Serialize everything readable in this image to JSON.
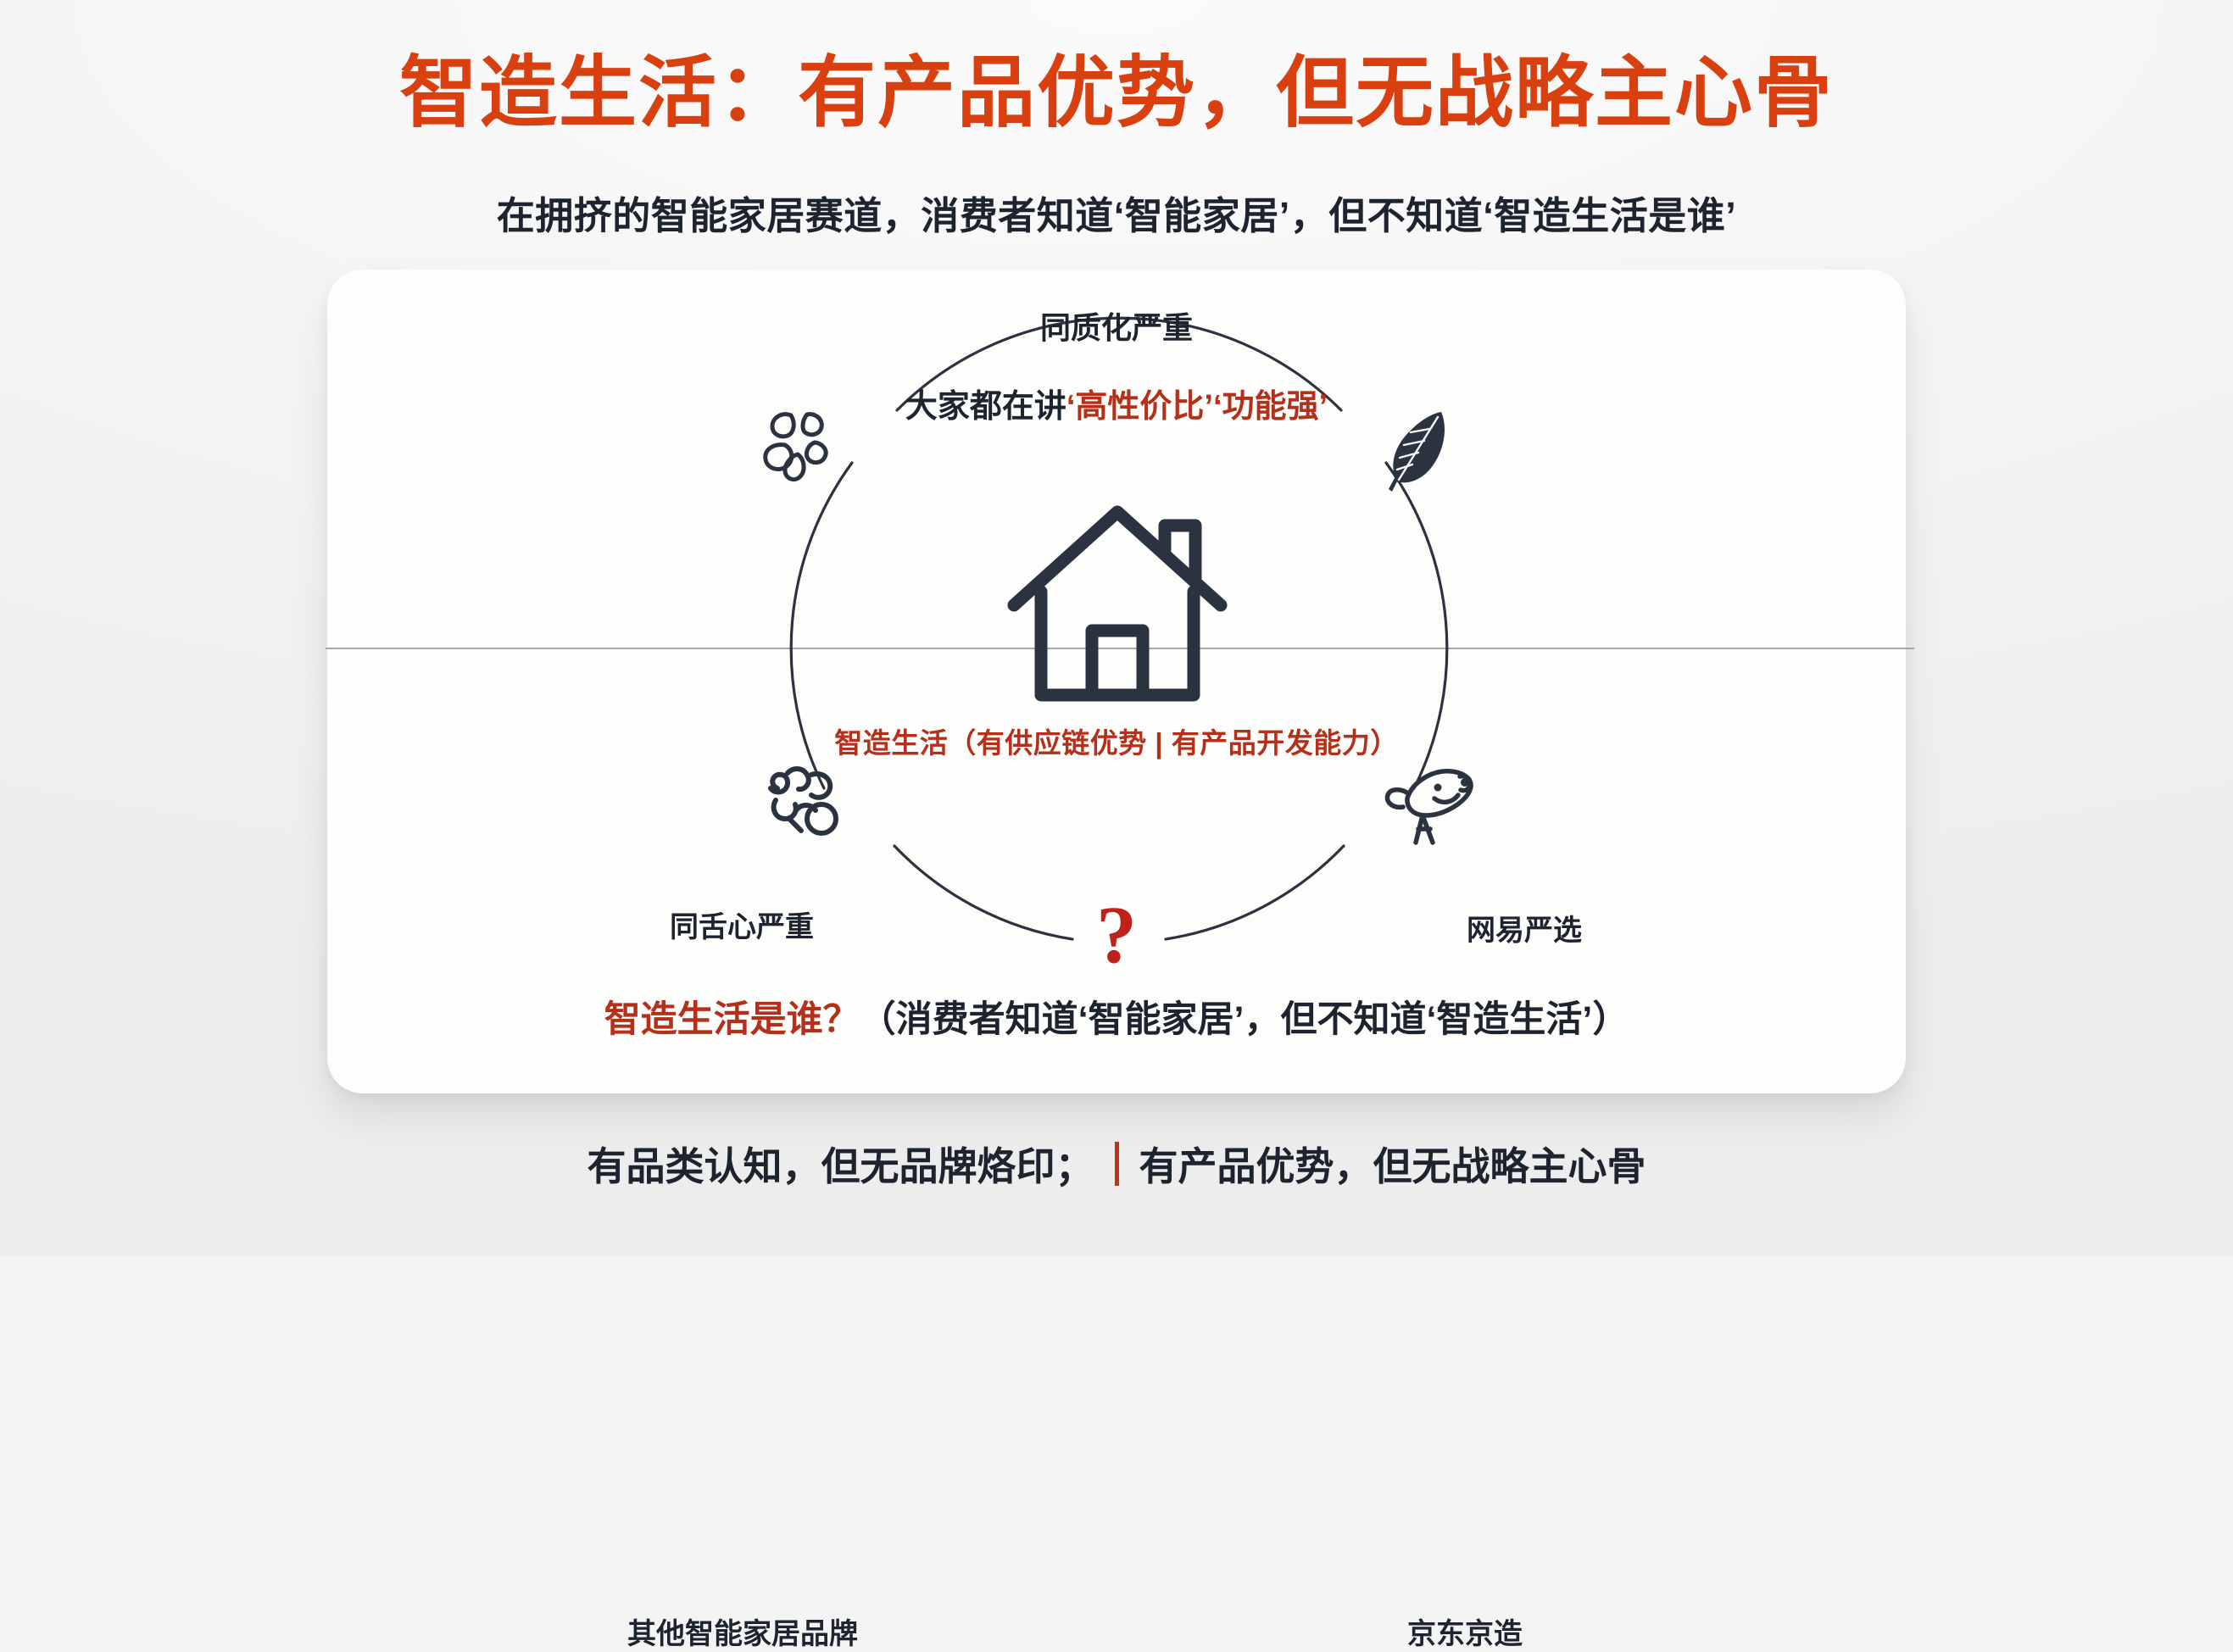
{
  "header": {
    "title": "智造生活：有产品优势，但无战略主心骨",
    "subtitle": "在拥挤的智能家居赛道，消费者知道‘智能家居’，但不知道‘智造生活是谁’"
  },
  "diagram": {
    "arc_top_label": "同质化严重",
    "arc_top_sub_prefix": "大家都在讲",
    "arc_top_sub_highlight_1": "‘高性价比’",
    "arc_top_sub_highlight_2": "‘功能强’",
    "center_icon": "house-icon",
    "center_caption": "智造生活（有供应链优势 | 有产品开发能力）",
    "question_mark": "?",
    "nodes": [
      {
        "id": "mijia",
        "label": "同舌心严重",
        "icon": "flower-petal-icon",
        "position": "top-left"
      },
      {
        "id": "yanxuan",
        "label": "网易严选",
        "icon": "feather-icon",
        "position": "top-right"
      },
      {
        "id": "other",
        "label": "其他智能家居品牌",
        "icon": "abstract-mark-icon",
        "position": "bottom-left"
      },
      {
        "id": "jd",
        "label": "京东京造",
        "icon": "jd-dog-icon",
        "position": "bottom-right"
      }
    ]
  },
  "callout": {
    "question": "智造生活是谁？",
    "rest": "（消费者知道‘智能家居’，但不知道‘智造生活’）"
  },
  "footer": {
    "left": "有品类认知，但无品牌烙印；",
    "right": "有产品优势，但无战略主心骨"
  },
  "colors": {
    "accent_red": "#d9400f",
    "deep_red": "#b4301a",
    "question_red": "#c0211a",
    "ink": "#1d2430",
    "card_bg": "#fdfdfc",
    "page_bg": "#f4f4f4",
    "rule": "#9a9a9a"
  }
}
